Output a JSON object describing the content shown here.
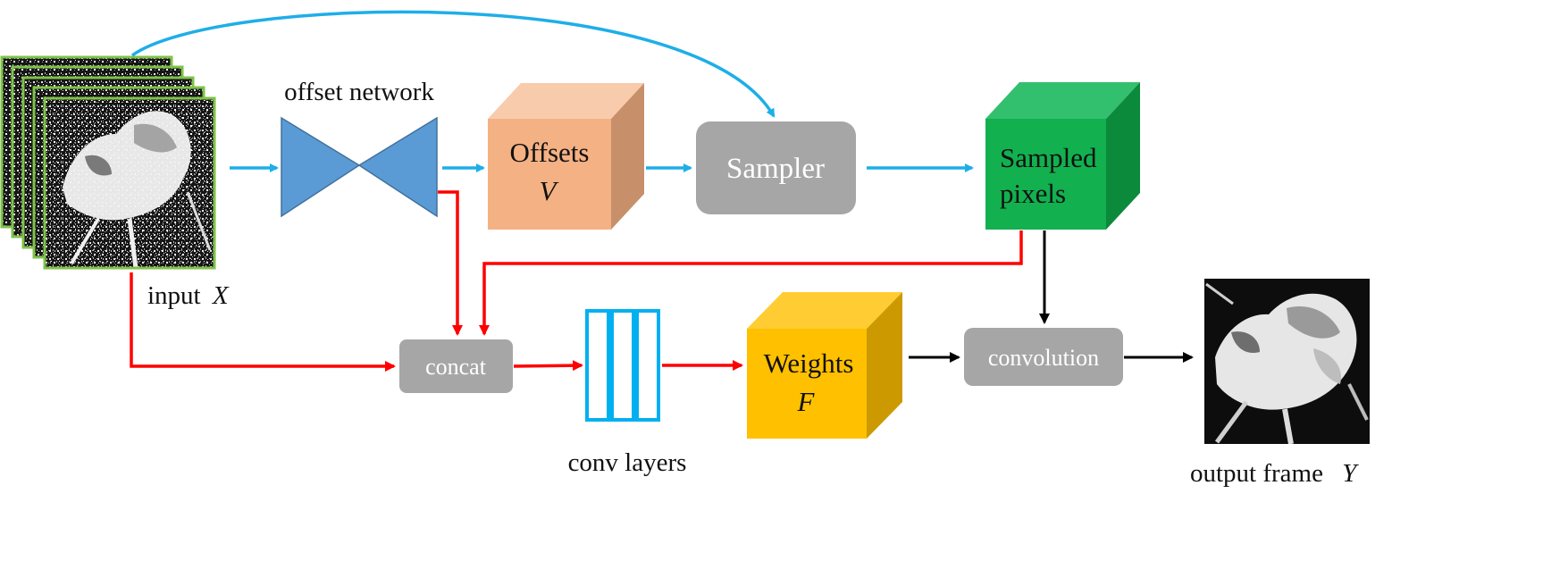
{
  "labels": {
    "offset_network": "offset network",
    "input": "input",
    "input_var": "X",
    "offsets": "Offsets",
    "offsets_var": "V",
    "sampler": "Sampler",
    "sampled_line1": "Sampled",
    "sampled_line2": "pixels",
    "concat": "concat",
    "conv_layers": "conv layers",
    "weights": "Weights",
    "weights_var": "F",
    "convolution": "convolution",
    "output": "output frame",
    "output_var": "Y"
  },
  "colors": {
    "blue_arrow": "#1eaee8",
    "red_arrow": "#ff0000",
    "black_arrow": "#000000",
    "network_blue": "#5b9bd5",
    "offsets_cube": "#f4b183",
    "sampled_cube": "#12b04f",
    "weights_cube": "#ffc000",
    "gray_box": "#a6a6a6",
    "frame_border": "#7fc24a",
    "conv_layer_stroke": "#00b0f0"
  },
  "icons": {
    "input_frames": "noisy-video-frames-stack",
    "output_frame": "denoised-output-frame"
  }
}
